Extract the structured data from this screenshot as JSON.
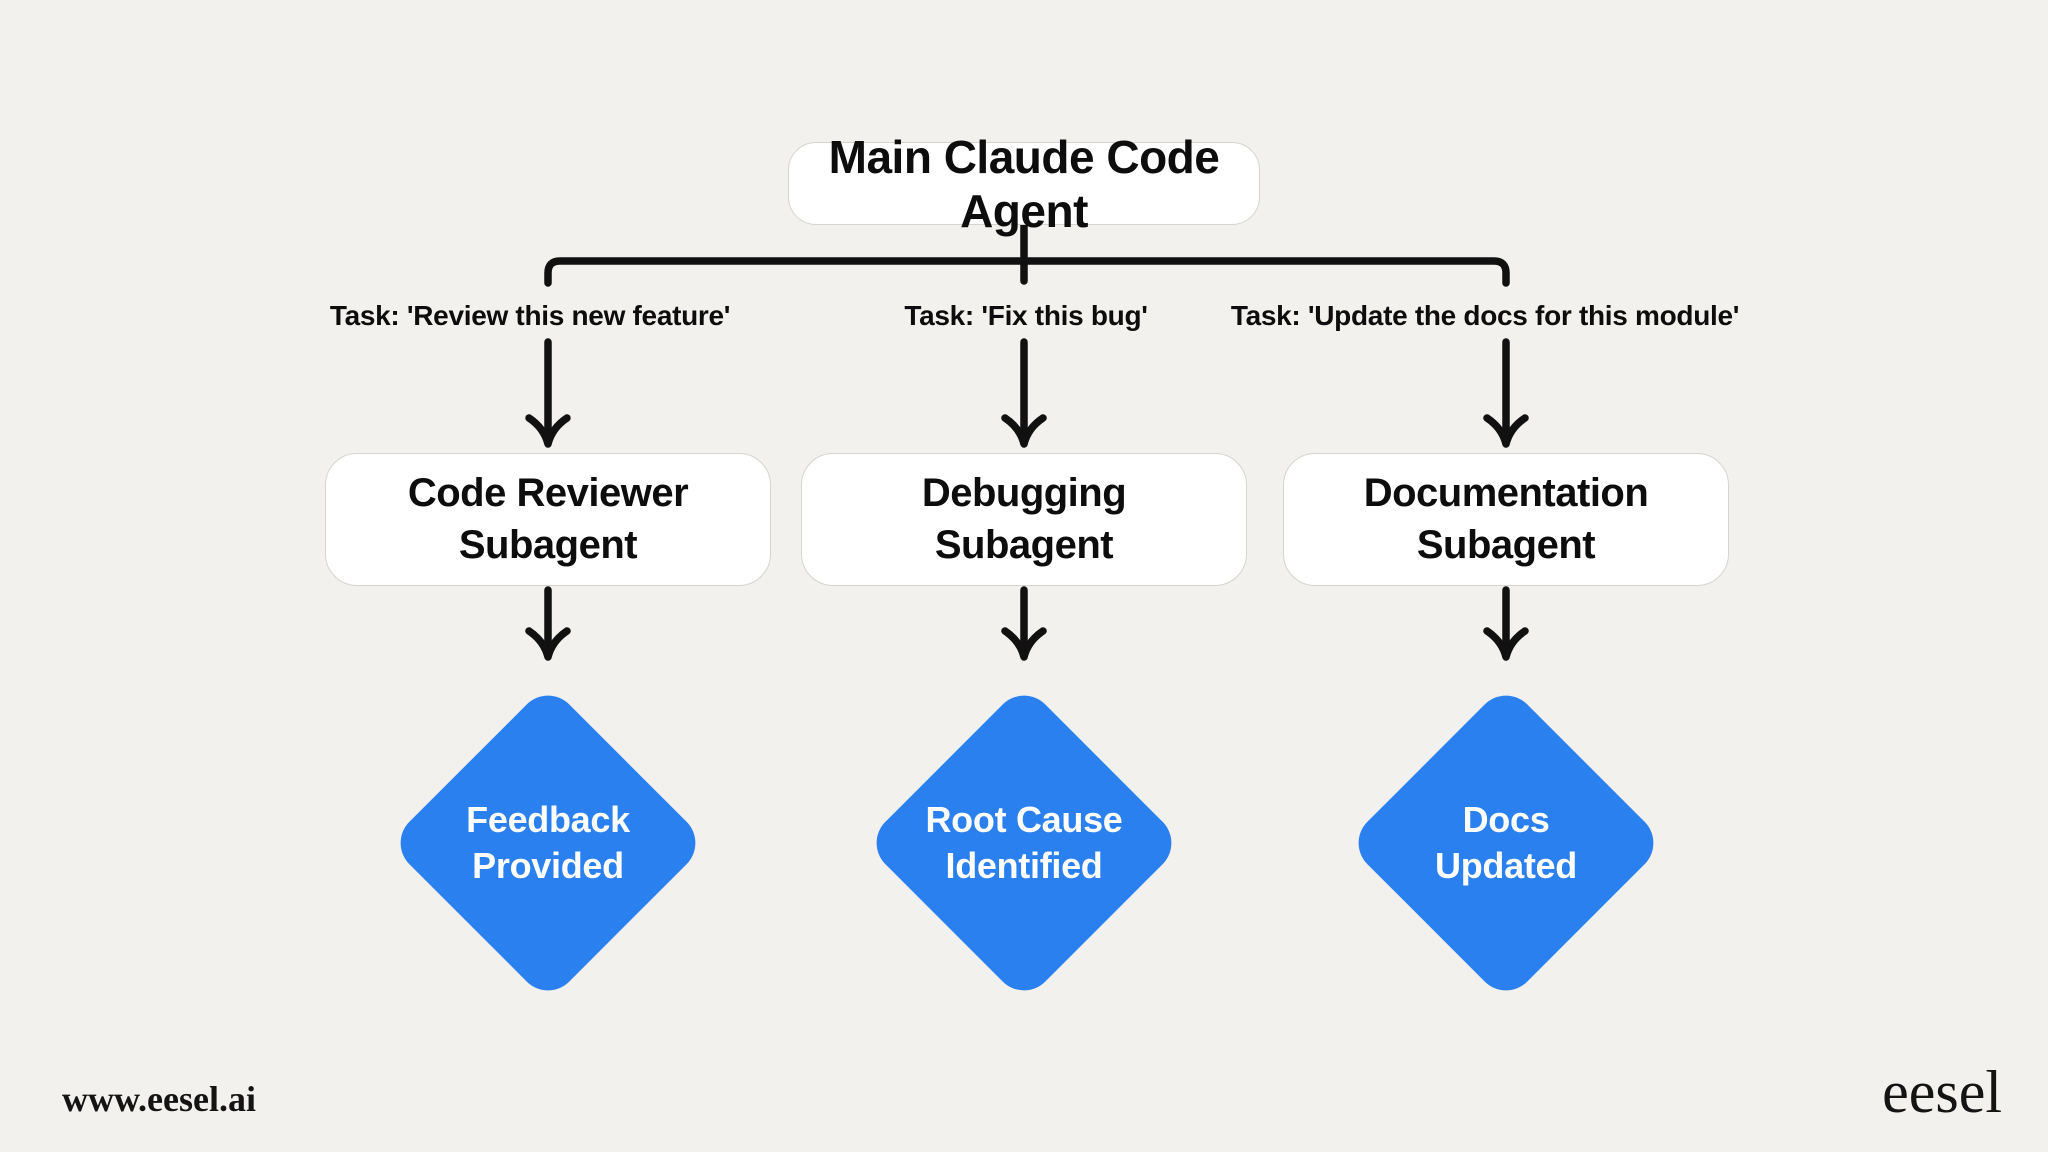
{
  "background_color": "#F2F1EE",
  "accent_blue": "#2B80F0",
  "line_color": "#111111",
  "diagram": {
    "root": {
      "label": "Main Claude Code Agent"
    },
    "branches": [
      {
        "task": "Task: 'Review this new feature'",
        "subagent": "Code Reviewer\nSubagent",
        "outcome": "Feedback\nProvided"
      },
      {
        "task": "Task: 'Fix this bug'",
        "subagent": "Debugging\nSubagent",
        "outcome": "Root Cause\nIdentified"
      },
      {
        "task": "Task: 'Update the docs for this module'",
        "subagent": "Documentation\nSubagent",
        "outcome": "Docs\nUpdated"
      }
    ]
  },
  "footer": {
    "website": "www.eesel.ai",
    "brand": "eesel"
  }
}
